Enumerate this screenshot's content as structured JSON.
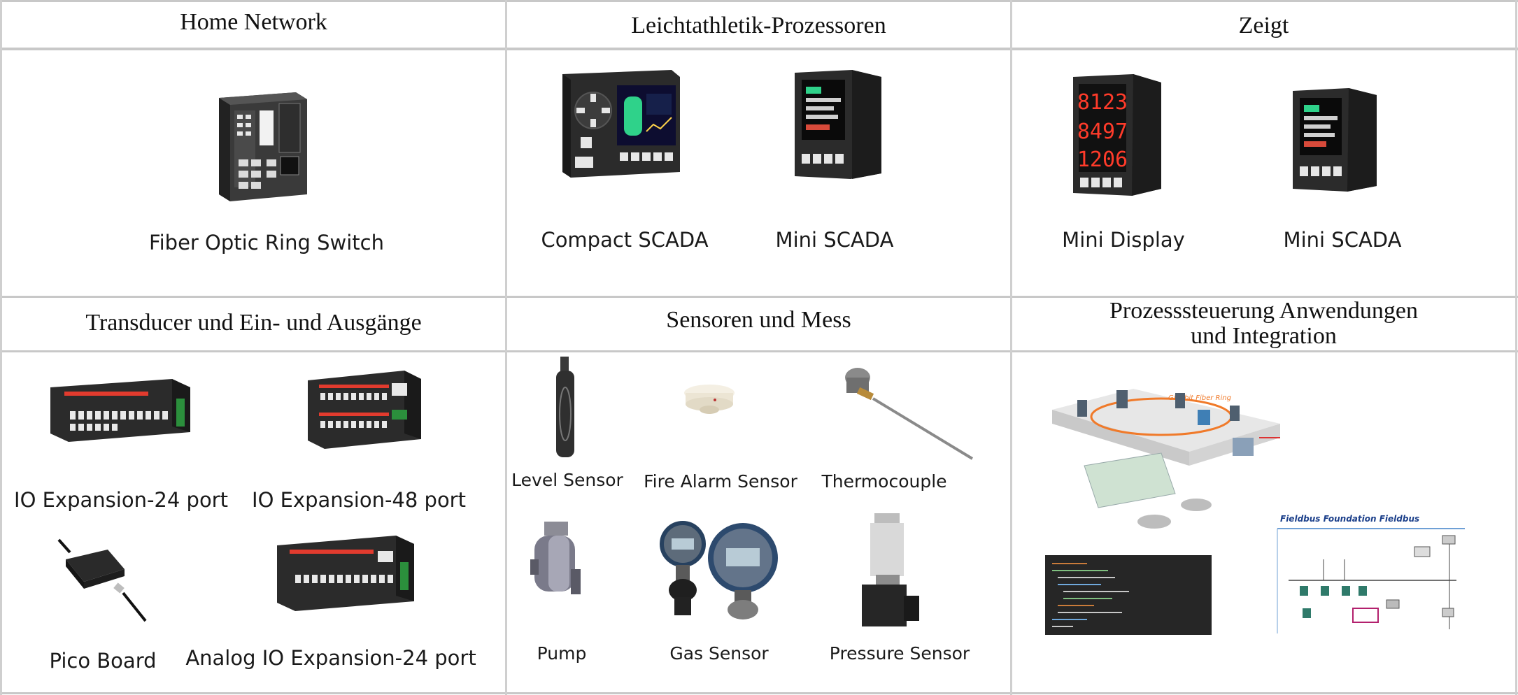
{
  "headers": {
    "home_network": "Home Network",
    "leichtathletik": "Leichtathletik-Prozessoren",
    "zeigt": "Zeigt",
    "transducer": "Transducer und Ein- und Ausgänge",
    "sensoren": "Sensoren und Mess",
    "prozess_line1": "Prozesssteuerung Anwendungen",
    "prozess_line2": "und Integration"
  },
  "products": {
    "fiber_switch": "Fiber Optic Ring Switch",
    "compact_scada": "Compact SCADA",
    "mini_scada_1": "Mini SCADA",
    "mini_display": "Mini Display",
    "mini_scada_2": "Mini SCADA",
    "io24": "IO Expansion-24 port",
    "io48": "IO Expansion-48 port",
    "pico": "Pico Board",
    "analog_io24": "Analog IO Expansion-24 port",
    "level_sensor": "Level Sensor",
    "fire_alarm": "Fire Alarm Sensor",
    "thermocouple": "Thermocouple",
    "pump": "Pump",
    "gas_sensor": "Gas Sensor",
    "pressure_sensor": "Pressure Sensor"
  },
  "display_readings": [
    "8123",
    "8497",
    "1206"
  ],
  "diagram": {
    "ring_label": "Gigabit Fiber Ring",
    "fieldbus_title": "Fieldbus Foundation Fieldbus"
  },
  "colors": {
    "grid_line": "#c8c8c8",
    "device_body": "#2b2b2b",
    "led_red": "#e23b2e",
    "screen_green": "#2fd28a",
    "ring_orange": "#f07a2a",
    "fieldbus_blue": "#1b3f8a"
  }
}
